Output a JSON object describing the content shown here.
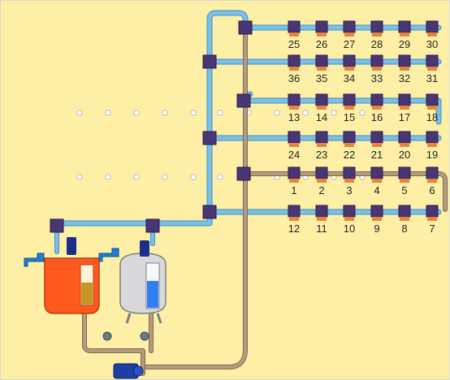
{
  "title": "",
  "colors": {
    "background": "#fdf0a6",
    "blue_pipe": "#7cc0e6",
    "blue_pipe_edge": "#3d8fc5",
    "brown_pipe": "#b39b7c",
    "brown_pipe_edge": "#7d6a55",
    "valve_body": "#4a3575",
    "valve_nozzle": "#e8843a",
    "tank_orange": "#ff5a1e",
    "tank_silver": "#d9d9dc",
    "tank_level_blue": "#2f7ff2",
    "tank_level_orange": "#c89625",
    "pump_blue": "#1d3fa6",
    "dot": "#ffffff"
  },
  "valves": {
    "row1": [
      "25",
      "26",
      "27",
      "28",
      "29",
      "30"
    ],
    "row2": [
      "36",
      "35",
      "34",
      "33",
      "32",
      "31"
    ],
    "row3": [
      "13",
      "14",
      "15",
      "16",
      "17",
      "18"
    ],
    "row4": [
      "24",
      "23",
      "22",
      "21",
      "20",
      "19"
    ],
    "row5": [
      "1",
      "2",
      "3",
      "4",
      "5",
      "6"
    ],
    "row6": [
      "12",
      "11",
      "10",
      "9",
      "8",
      "7"
    ]
  },
  "icons": {
    "manifold_valve": "square-valve-icon",
    "faucet": "faucet-icon",
    "pump": "pump-icon",
    "tank_orange": "orange-tank-icon",
    "tank_steel": "steel-tank-icon"
  }
}
